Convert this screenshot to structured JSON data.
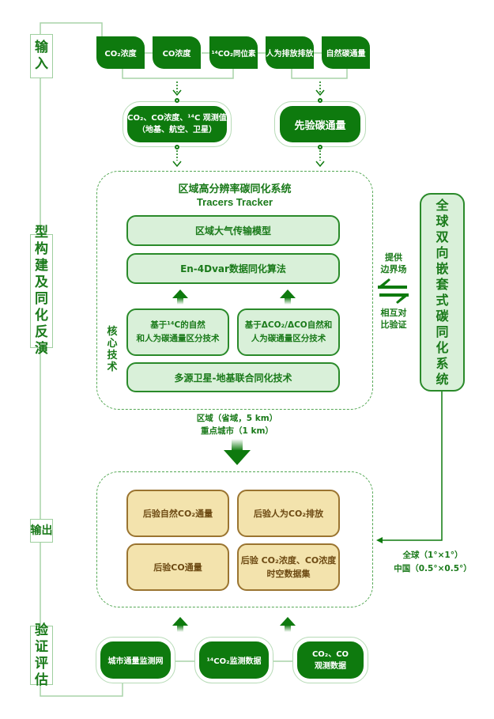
{
  "stages": {
    "input": "输入",
    "modeling": "型构建及同化反演",
    "output": "输出",
    "validation": "验证评估"
  },
  "inputs": [
    {
      "label": "CO₂浓度"
    },
    {
      "label": "CO浓度"
    },
    {
      "label": "¹⁴CO₂同位素"
    },
    {
      "label": "人为排放排放"
    },
    {
      "label": "自然碳通量"
    }
  ],
  "observations": {
    "obs_line1": "CO₂、CO浓度、¹⁴C 观测值",
    "obs_line2": "（地基、航空、卫星）",
    "prior": "先验碳通量"
  },
  "regional_system": {
    "title": "区域高分辨率碳同化系统",
    "subtitle": "Tracers Tracker",
    "model": "区域大气传输模型",
    "algorithm": "En-4Dvar数据同化算法",
    "core_label": "核心技术",
    "tech_14c_line1": "基于¹⁴C的自然",
    "tech_14c_line2": "和人为碳通量区分技术",
    "tech_delta_line1": "基于ΔCO₂/ΔCO自然和",
    "tech_delta_line2": "人为碳通量区分技术",
    "tech_satellite": "多源卫星-地基联合同化技术"
  },
  "resolution": {
    "regional": "区域（省域，5 km）",
    "city": "重点城市（1 km）"
  },
  "exchange": {
    "provide_line1": "提供",
    "provide_line2": "边界场",
    "compare_line1": "相互对",
    "compare_line2": "比验证"
  },
  "global_system": {
    "title": "全球双向嵌套式碳同化系统",
    "res_global": "全球（1°×1°）",
    "res_china": "中国（0.5°×0.5°）"
  },
  "outputs": [
    {
      "line1": "后验自然CO₂通量",
      "line2": ""
    },
    {
      "line1": "后验人为CO₂排放",
      "line2": ""
    },
    {
      "line1": "后验CO通量",
      "line2": ""
    },
    {
      "line1": "后验 CO₂浓度、CO浓度",
      "line2": "时空数据集"
    }
  ],
  "validation_data": [
    {
      "line1": "城市通量监测网",
      "line2": ""
    },
    {
      "line1": "¹⁴CO₂监测数据",
      "line2": ""
    },
    {
      "line1": "CO₂、CO",
      "line2": "观测数据"
    }
  ],
  "colors": {
    "dark_green": "#0e7a0e",
    "light_green": "#d9f0d9",
    "tan": "#f3e3ad",
    "tan_border": "#9a7430"
  }
}
